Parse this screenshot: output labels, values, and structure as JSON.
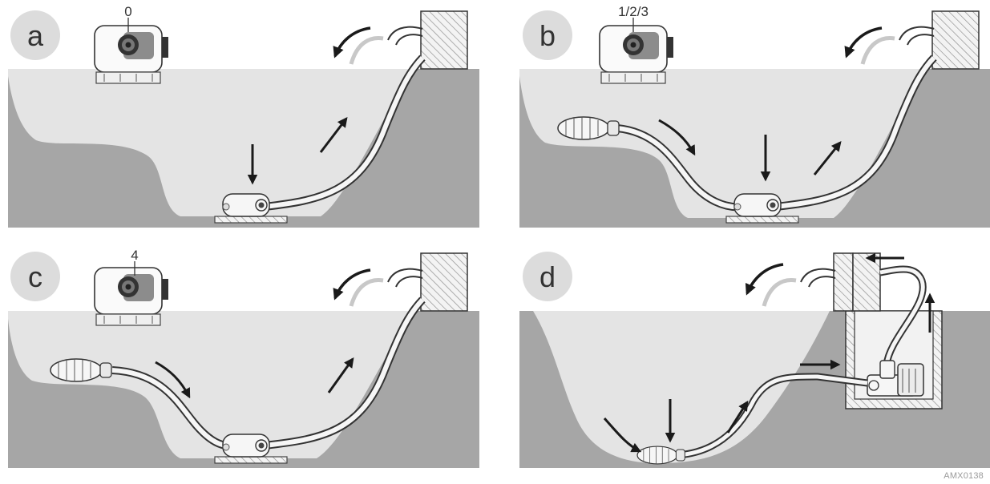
{
  "panels": [
    {
      "letter": "a",
      "setting": "0"
    },
    {
      "letter": "b",
      "setting": "1/2/3"
    },
    {
      "letter": "c",
      "setting": "4"
    },
    {
      "letter": "d",
      "setting": ""
    }
  ],
  "corner_code": "AMX0138",
  "colors": {
    "ground": "#a6a6a6",
    "water": "#e4e4e4",
    "badge": "#dcdcdc",
    "line": "#1a1a1a",
    "hatch": "#8a8a8a"
  }
}
